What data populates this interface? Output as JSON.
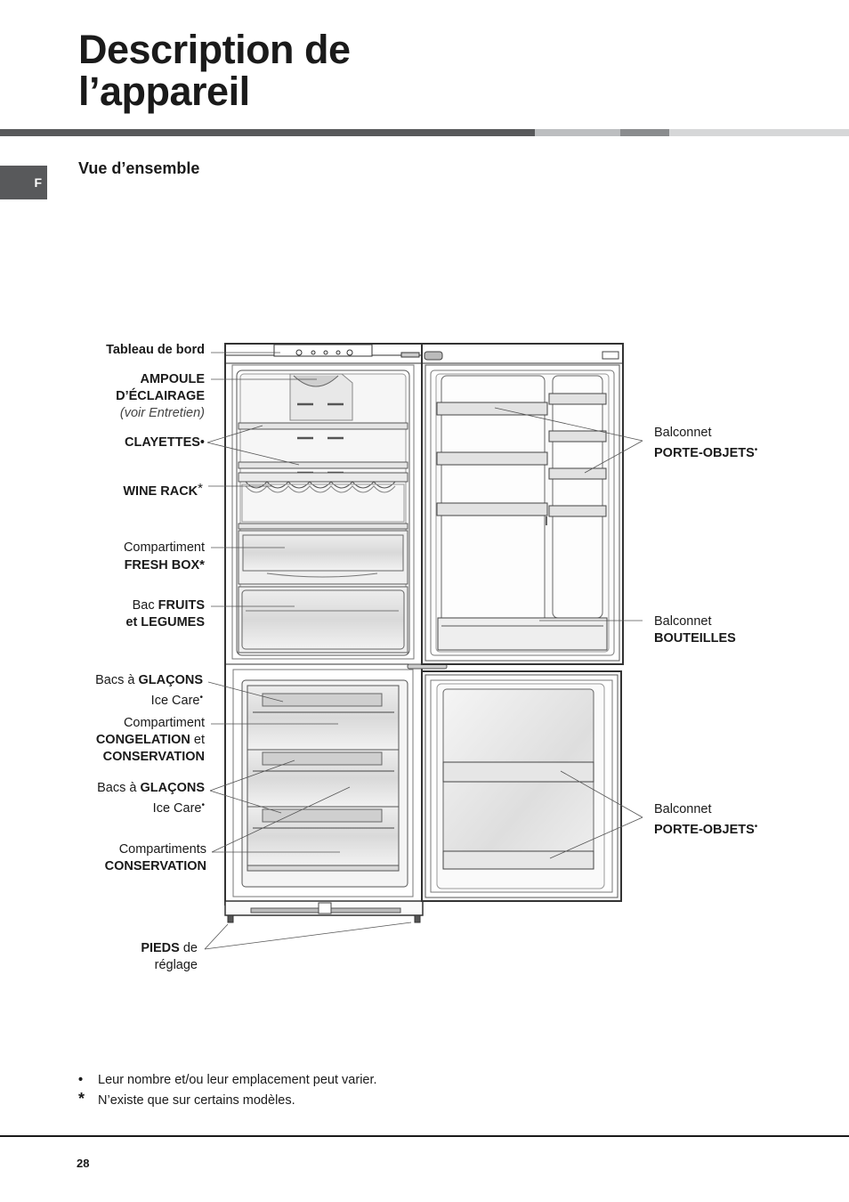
{
  "page": {
    "title_line1": "Description de",
    "title_line2": "l’appareil",
    "language_tab": "F",
    "section_title": "Vue d’ensemble",
    "page_number": "28"
  },
  "colors": {
    "bar_dark": "#58595b",
    "bar_light": "#bcbec0",
    "bar_mid": "#8a8c8e",
    "bar_pale": "#d6d7d8",
    "text": "#1a1a1a"
  },
  "labels": {
    "tableau": {
      "bold": "Tableau de bord"
    },
    "ampoule": {
      "line1_bold": "AMPOULE",
      "line2_bold": "D’ÉCLAIRAGE",
      "line3_italic": "(voir Entretien)"
    },
    "clayettes": {
      "bold": "CLAYETTES",
      "mark": "•"
    },
    "wine_rack": {
      "bold": "WINE RACK",
      "mark": "*"
    },
    "fresh_box": {
      "line1": "Compartiment",
      "line2_bold": "FRESH BOX",
      "mark": "*"
    },
    "fruits": {
      "line1_normal": "Bac ",
      "line1_bold": "FRUITS",
      "line2_bold": "et LEGUMES"
    },
    "glacons1": {
      "line1_normal": "Bacs à ",
      "line1_bold": "GLAÇONS",
      "line2": "Ice Care",
      "mark": "•"
    },
    "congelation": {
      "line1": "Compartiment",
      "line2_bold": "CONGELATION",
      "line2_normal": " et",
      "line3_bold": "CONSERVATION"
    },
    "glacons2": {
      "line1_normal": "Bacs à ",
      "line1_bold": "GLAÇONS",
      "line2": "Ice Care",
      "mark": "•"
    },
    "conservation": {
      "line1": "Compartiments",
      "line2_bold": "CONSERVATION"
    },
    "pieds": {
      "line1_bold": "PIEDS",
      "line1_normal": " de",
      "line2": "réglage"
    },
    "balconnet1": {
      "line1": "Balconnet",
      "line2_bold": "PORTE-OBJETS",
      "mark": "•"
    },
    "bouteilles": {
      "line1": "Balconnet",
      "line2_bold": "BOUTEILLES"
    },
    "balconnet2": {
      "line1": "Balconnet",
      "line2_bold": "PORTE-OBJETS",
      "mark": "•"
    }
  },
  "footnotes": [
    {
      "symbol": "•",
      "text": "Leur nombre et/ou leur emplacement peut varier."
    },
    {
      "symbol": "*",
      "text": "N’existe que sur certains modèles."
    }
  ]
}
